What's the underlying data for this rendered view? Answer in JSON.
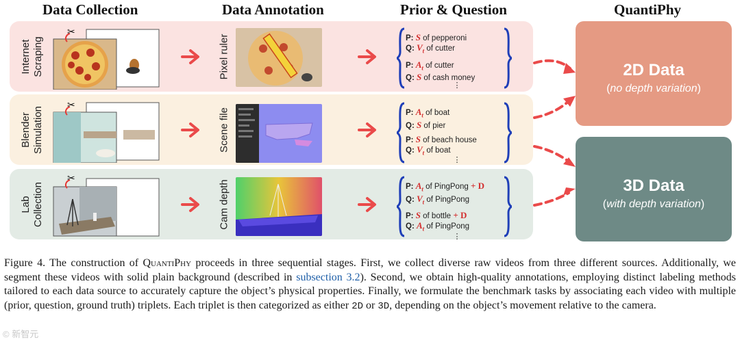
{
  "columns": {
    "collection": "Data Collection",
    "annotation": "Data Annotation",
    "prior_question": "Prior & Question",
    "quantiphy": "QuantiPhy"
  },
  "rows": [
    {
      "source": "Internet Scraping",
      "source_lines": [
        "Internet",
        "Scraping"
      ],
      "annotation": "Pixel ruler",
      "bg": "#fbe3e1",
      "qa": [
        {
          "tag": "P:",
          "sym": "S",
          "sub": "",
          "text": "of pepperoni",
          "extra": ""
        },
        {
          "tag": "Q:",
          "sym": "V",
          "sub": "t",
          "text": "of cutter",
          "extra": ""
        },
        {
          "tag": "P:",
          "sym": "A",
          "sub": "t",
          "text": "of cutter",
          "extra": ""
        },
        {
          "tag": "Q:",
          "sym": "S",
          "sub": "",
          "text": "of cash money",
          "extra": ""
        }
      ]
    },
    {
      "source": "Blender Simulation",
      "source_lines": [
        "Blender",
        "Simulation"
      ],
      "annotation": "Scene file",
      "bg": "#fbf0e0",
      "qa": [
        {
          "tag": "P:",
          "sym": "A",
          "sub": "t",
          "text": "of boat",
          "extra": ""
        },
        {
          "tag": "Q:",
          "sym": "S",
          "sub": "",
          "text": "of pier",
          "extra": ""
        },
        {
          "tag": "P:",
          "sym": "S",
          "sub": "",
          "text": "of beach house",
          "extra": ""
        },
        {
          "tag": "Q:",
          "sym": "V",
          "sub": "t",
          "text": "of boat",
          "extra": ""
        }
      ]
    },
    {
      "source": "Lab Collection",
      "source_lines": [
        "Lab",
        "Collection"
      ],
      "annotation": "Cam depth",
      "bg": "#e3ebe5",
      "qa": [
        {
          "tag": "P:",
          "sym": "A",
          "sub": "t",
          "text": "of PingPong",
          "extra": "+ D"
        },
        {
          "tag": "Q:",
          "sym": "V",
          "sub": "t",
          "text": "of PingPong",
          "extra": ""
        },
        {
          "tag": "P:",
          "sym": "S",
          "sub": "",
          "text": "of bottle",
          "extra": "+ D"
        },
        {
          "tag": "Q:",
          "sym": "A",
          "sub": "t",
          "text": "of PingPong",
          "extra": ""
        }
      ]
    }
  ],
  "ellipsis": "⋮",
  "data2d": {
    "title": "2D Data",
    "subtitle_open": "(",
    "subtitle": "no depth variation",
    "subtitle_close": ")",
    "color": "#e59a83"
  },
  "data3d": {
    "title": "3D Data",
    "subtitle_open": "(",
    "subtitle": "with depth variation",
    "subtitle_close": ")",
    "color": "#6e8a86"
  },
  "accent": "#ea4a4a",
  "caption": {
    "p1": "Figure 4. The construction of ",
    "brand": "QuantiPhy",
    "p2": " proceeds in three sequential stages. First, we collect diverse raw videos from three different sources. Additionally, we segment these videos with solid plain background (described in ",
    "link": "subsection 3.2",
    "p3": "). Second, we obtain high-quality annotations, employing distinct labeling methods tailored to each data source to accurately capture the object’s physical properties. Finally, we formulate the benchmark tasks by associating each video with multiple (prior, question, ground truth) triplets. Each triplet is then categorized as either ",
    "code2d": "2D",
    "p4": " or ",
    "code3d": "3D",
    "p5": ", depending on the object’s movement relative to the camera."
  },
  "watermark": "© 新智元"
}
